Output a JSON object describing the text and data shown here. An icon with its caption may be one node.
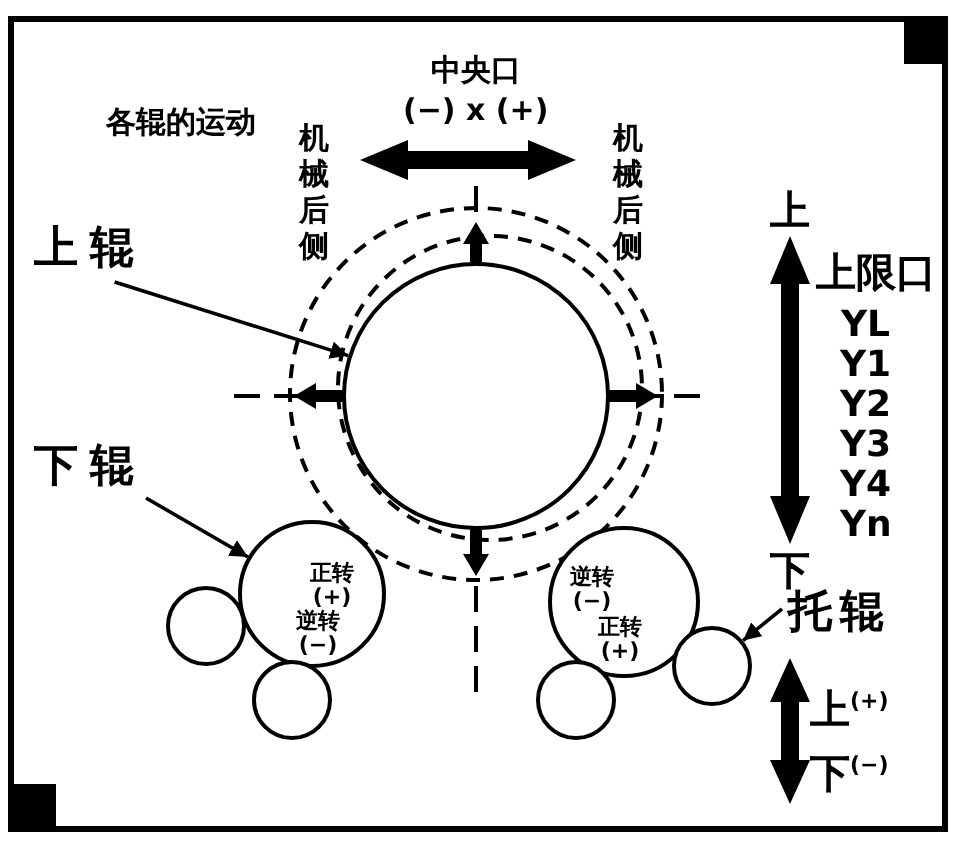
{
  "diagram": {
    "nodes": [
      {
        "text": [
          "上辊"
        ]
      },
      {
        "text": [],
        "shape": "circle"
      },
      {
        "text": [
          "下辊"
        ]
      },
      {
        "text": [
          "正转 (+)",
          "逆转 (−)"
        ]
      },
      {
        "text": [],
        "shape": "circle"
      },
      {
        "text": [],
        "shape": "circle"
      },
      {
        "text": [
          "逆转 (−)",
          "正转 (+)"
        ]
      },
      {
        "text": [
          "托辊"
        ]
      },
      {
        "text": [],
        "shape": "circle"
      },
      {
        "text": [],
        "shape": "circle"
      }
    ],
    "edges": [
      {
        "from": 0,
        "to": 1,
        "arrow": "to"
      },
      {
        "from": 2,
        "to": 3,
        "arrow": "to"
      },
      {
        "from": 7,
        "to": 8,
        "arrow": "to"
      }
    ],
    "labels": [
      "中央口",
      "(−) x (+)",
      "各辊的运动",
      "机械后侧",
      "机械后侧",
      "上",
      "上限口",
      "YL",
      "Y1",
      "Y2",
      "Y3",
      "Y4",
      "Yn",
      "下",
      "上$^{(+)}$",
      "下$^{(−)}$"
    ]
  }
}
